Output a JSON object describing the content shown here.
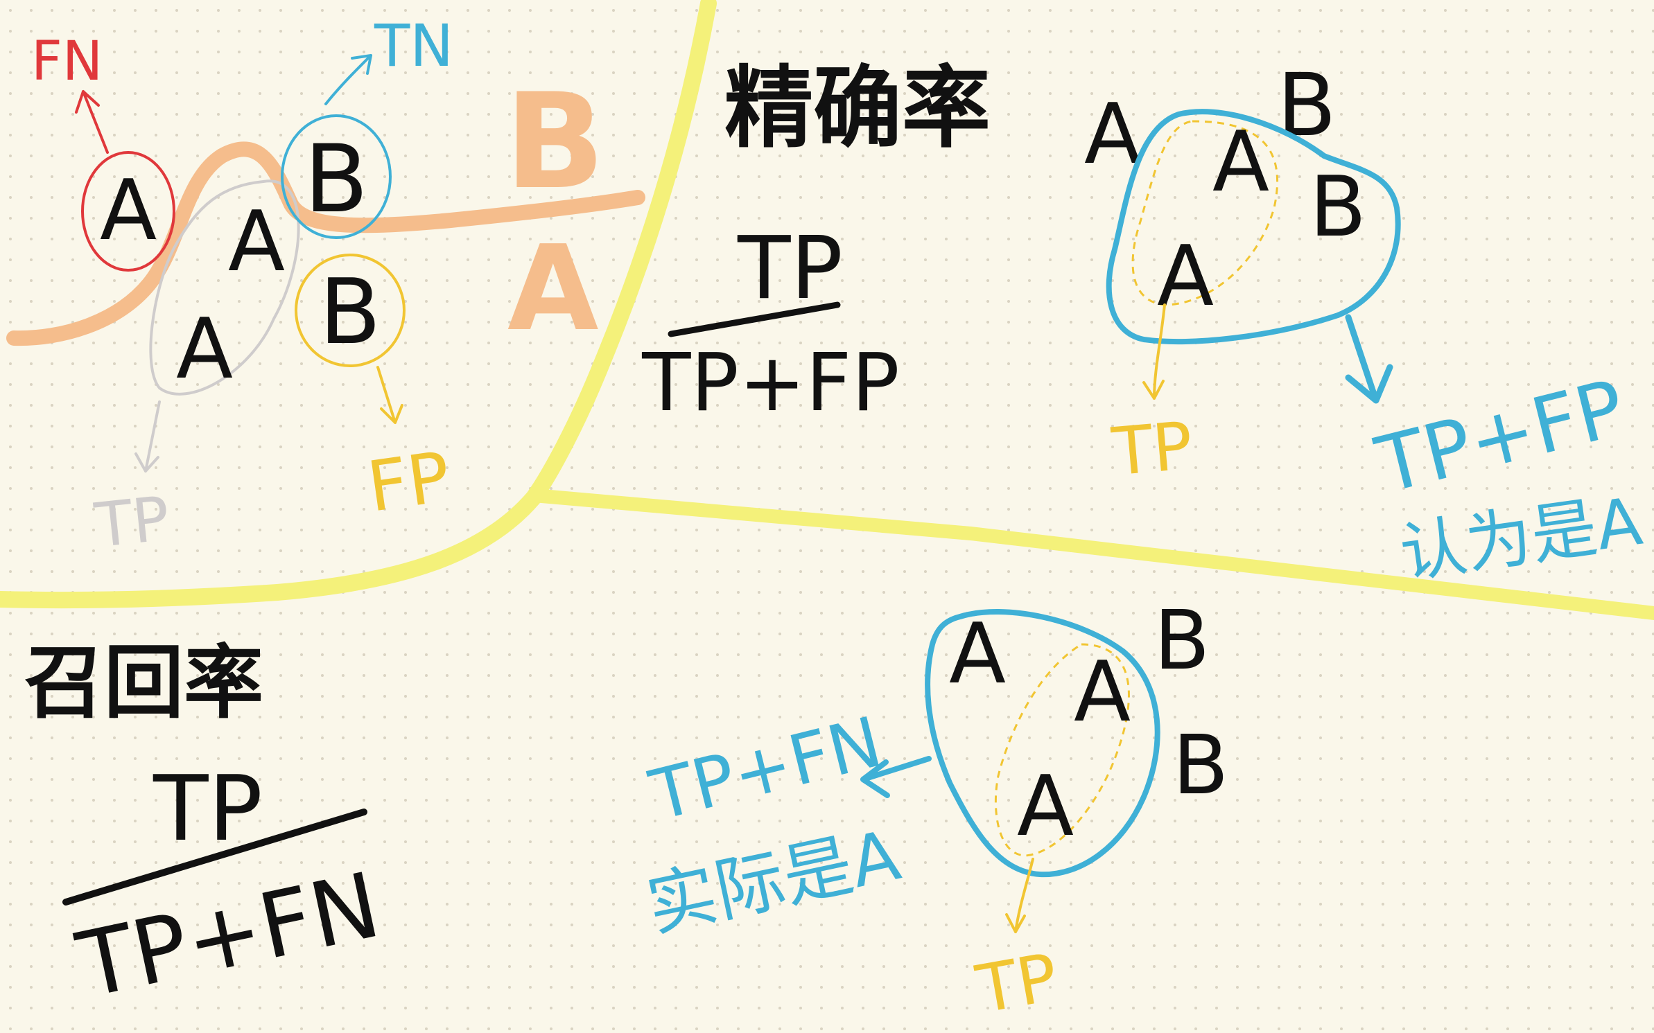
{
  "colors": {
    "background": "#faf7ea",
    "dot": "#d9d3c2",
    "ink": "#111111",
    "red": "#e0383b",
    "blue": "#3fb0d6",
    "yellow": "#f1c532",
    "highlighter": "#f4f17a",
    "orange": "#f5bd8c",
    "gray": "#cfcccc"
  },
  "quadrant_tl": {
    "fn_label": "FN",
    "tn_label": "TN",
    "fp_label": "FP",
    "tp_label": "TP",
    "letter_a": "A",
    "letter_b": "B",
    "region_b": "B",
    "region_a": "A"
  },
  "precision": {
    "title": "精确率",
    "numerator": "TP",
    "denominator": "TP+FP",
    "tp_label": "TP",
    "blue_label": "TP+FP",
    "blue_note": "认为是A",
    "letter_a": "A",
    "letter_b": "B"
  },
  "recall": {
    "title": "召回率",
    "numerator": "TP",
    "denominator": "TP+FN",
    "tp_label": "TP",
    "blue_label": "TP+FN",
    "blue_note": "实际是A",
    "letter_a": "A",
    "letter_b": "B"
  }
}
